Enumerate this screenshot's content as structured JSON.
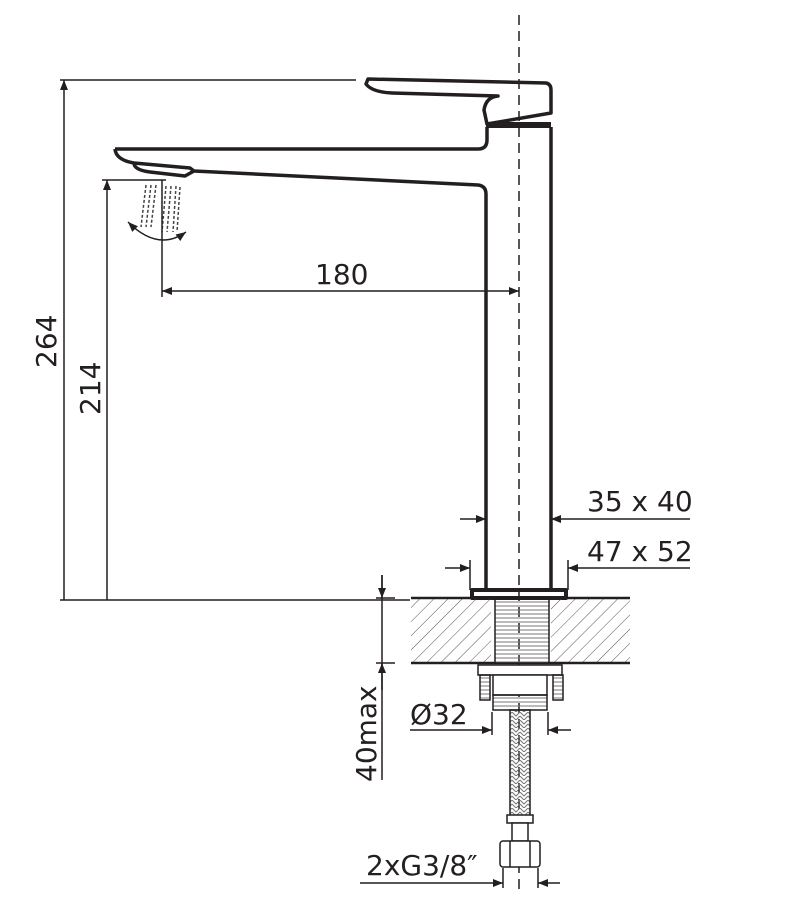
{
  "drawing": {
    "title": "Tall basin mixer dimension drawing",
    "dimensions": {
      "total_height": "264",
      "spout_height": "214",
      "spout_reach": "180",
      "body_section": "35 x 40",
      "base_section": "47 x 52",
      "max_counter_thickness": "40max",
      "hole_diameter": "Ø32",
      "connection": "2xG3/8″"
    },
    "colors": {
      "line": "#231f20",
      "background": "#ffffff"
    }
  }
}
